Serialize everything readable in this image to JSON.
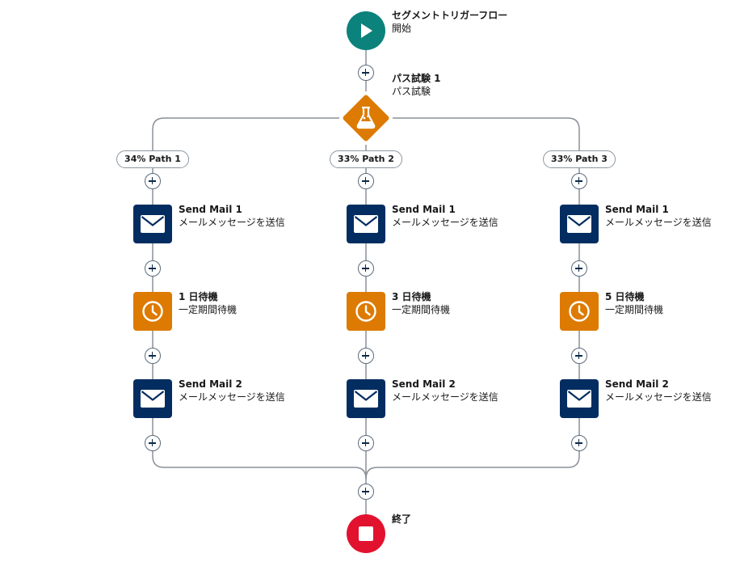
{
  "start": {
    "title": "セグメントトリガーフロー",
    "subtitle": "開始"
  },
  "split": {
    "title": "パス試験 1",
    "subtitle": "パス試験"
  },
  "paths": [
    {
      "label": "34% Path 1",
      "steps": [
        {
          "type": "mail",
          "title": "Send Mail 1",
          "subtitle": "メールメッセージを送信"
        },
        {
          "type": "wait",
          "title": "1 日待機",
          "subtitle": "一定期間待機"
        },
        {
          "type": "mail",
          "title": "Send Mail 2",
          "subtitle": "メールメッセージを送信"
        }
      ]
    },
    {
      "label": "33% Path 2",
      "steps": [
        {
          "type": "mail",
          "title": "Send Mail 1",
          "subtitle": "メールメッセージを送信"
        },
        {
          "type": "wait",
          "title": "3 日待機",
          "subtitle": "一定期間待機"
        },
        {
          "type": "mail",
          "title": "Send Mail 2",
          "subtitle": "メールメッセージを送信"
        }
      ]
    },
    {
      "label": "33% Path 3",
      "steps": [
        {
          "type": "mail",
          "title": "Send Mail 1",
          "subtitle": "メールメッセージを送信"
        },
        {
          "type": "wait",
          "title": "5 日待機",
          "subtitle": "一定期間待機"
        },
        {
          "type": "mail",
          "title": "Send Mail 2",
          "subtitle": "メールメッセージを送信"
        }
      ]
    }
  ],
  "end": {
    "title": "終了"
  },
  "colors": {
    "start": "#0b827c",
    "end": "#e2122f",
    "split": "#dd7a01",
    "mail": "#032d60",
    "wait": "#dd7a01",
    "connector": "#8a9099"
  }
}
